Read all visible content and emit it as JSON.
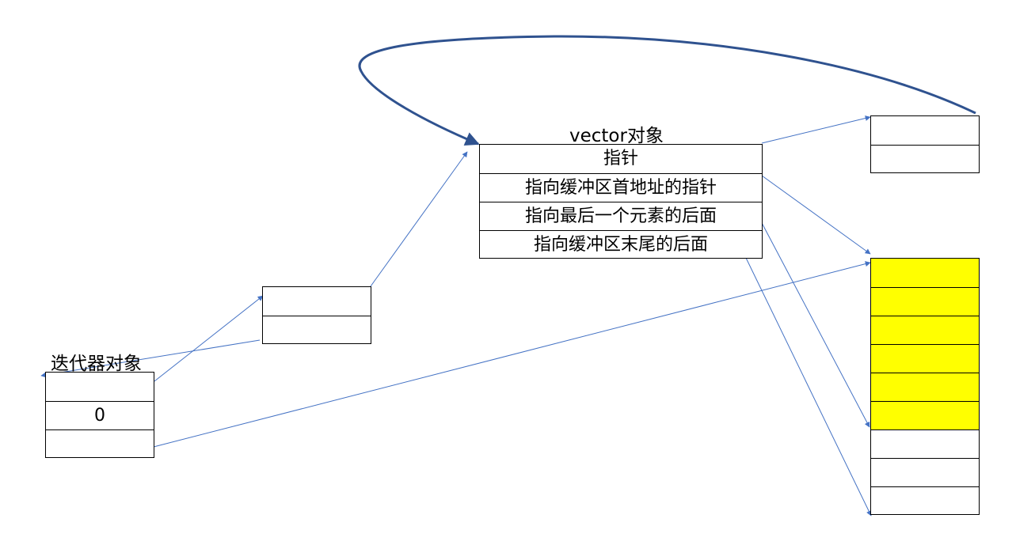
{
  "vector_object": {
    "title": "vector对象",
    "fields": [
      "指针",
      "指向缓冲区首地址的指针",
      "指向最后一个元素的后面",
      "指向缓冲区末尾的后面"
    ]
  },
  "iterator_object": {
    "title": "迭代器对象",
    "fields": [
      "",
      "0",
      ""
    ]
  },
  "colors": {
    "arrow": "#4472c4",
    "curve": "#2f528f",
    "filled_cell": "#ffff00"
  }
}
